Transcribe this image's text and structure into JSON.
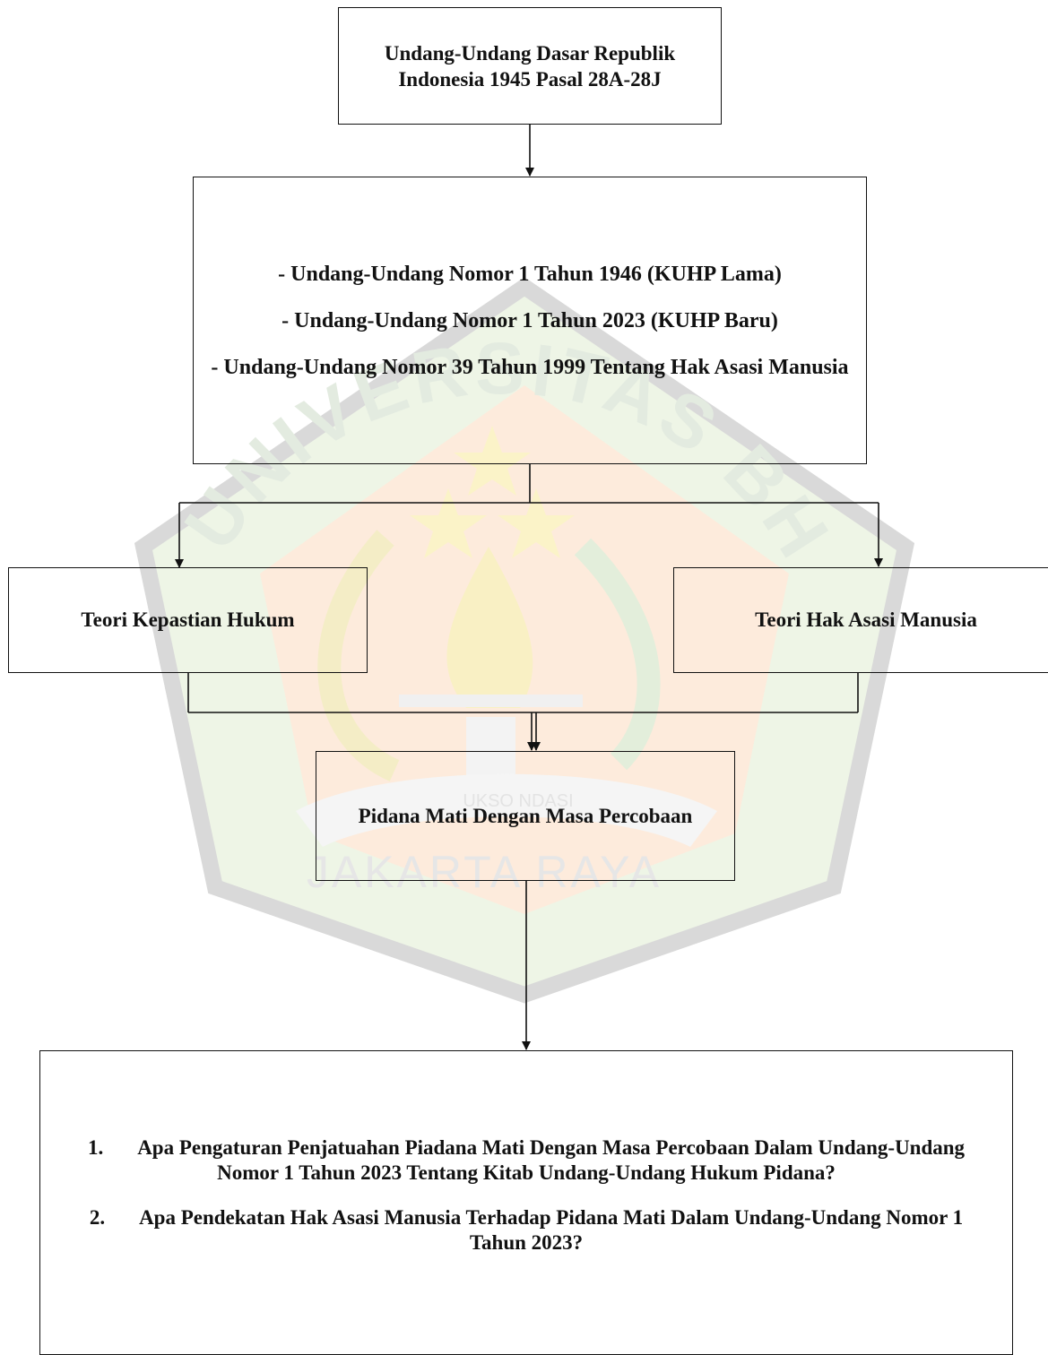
{
  "diagram": {
    "nodes": {
      "uud": {
        "text": "Undang-Undang Dasar Republik Indonesia 1945 Pasal 28A-28J"
      },
      "legal_basis": {
        "items": [
          "- Undang-Undang Nomor 1 Tahun 1946 (KUHP Lama)",
          "- Undang-Undang Nomor 1 Tahun 2023 (KUHP Baru)",
          "- Undang-Undang Nomor 39 Tahun 1999 Tentang Hak Asasi Manusia"
        ]
      },
      "theory_left": {
        "text": "Teori Kepastian Hukum"
      },
      "theory_right": {
        "text": "Teori Hak Asasi Manusia"
      },
      "subject": {
        "text": "Pidana Mati Dengan Masa Percobaan"
      },
      "questions": {
        "items": [
          {
            "number": "1.",
            "text": "Apa Pengaturan Penjatuahan Piadana Mati Dengan Masa Percobaan Dalam Undang-Undang Nomor 1 Tahun 2023 Tentang Kitab Undang-Undang Hukum Pidana?"
          },
          {
            "number": "2.",
            "text": "Apa Pendekatan Hak Asasi Manusia Terhadap Pidana Mati Dalam Undang-Undang Nomor 1 Tahun 2023?"
          }
        ]
      }
    },
    "edges": [
      {
        "from": "uud",
        "to": "legal_basis"
      },
      {
        "from": "legal_basis",
        "to": "theory_left"
      },
      {
        "from": "legal_basis",
        "to": "theory_right"
      },
      {
        "from": "theory_left",
        "to": "subject"
      },
      {
        "from": "theory_right",
        "to": "subject"
      },
      {
        "from": "subject",
        "to": "questions"
      }
    ]
  },
  "watermark": {
    "arc_text": "UNIVERSITAS BHAYANGKARA",
    "bottom_text": "JAKARTA RAYA",
    "ribbon_text": "UKSO NDASI",
    "colors": {
      "green": "#e6f1dc",
      "orange": "#fde6d6",
      "yellow": "#f8f1c8",
      "gray": "#dcdcdc"
    }
  },
  "style": {
    "line_color": "#111111"
  }
}
